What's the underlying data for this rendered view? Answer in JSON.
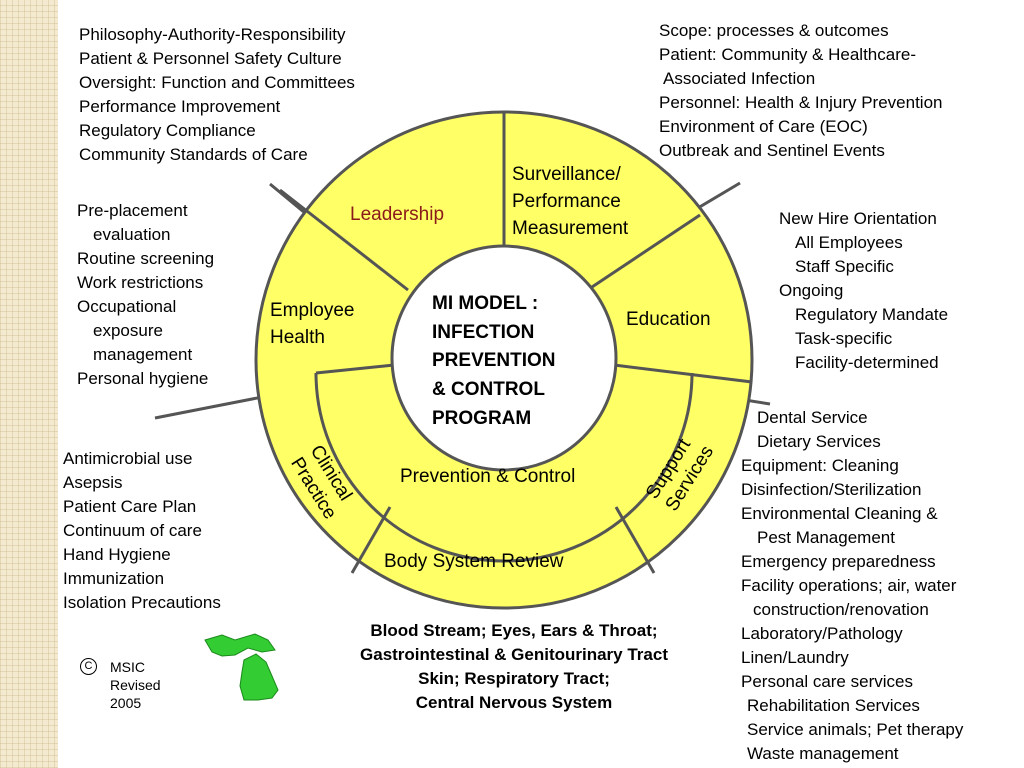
{
  "diagram": {
    "center_lines": [
      "MI MODEL :",
      "INFECTION",
      "PREVENTION",
      "& CONTROL",
      "PROGRAM"
    ],
    "segments": {
      "leadership": "Leadership",
      "surveillance": [
        "Surveillance/",
        "Performance",
        "Measurement"
      ],
      "education": "Education",
      "employee_health": [
        "Employee",
        "Health"
      ],
      "prevention_control": "Prevention & Control",
      "clinical_practice": [
        "Clinical",
        "Practice"
      ],
      "support_services": [
        "Support",
        "Services"
      ],
      "body_system_review": "Body System Review"
    }
  },
  "notes": {
    "leadership": [
      "Philosophy-Authority-Responsibility",
      "Patient & Personnel Safety Culture",
      "Oversight: Function and Committees",
      "Performance Improvement",
      "Regulatory Compliance",
      "Community Standards of Care"
    ],
    "surveillance": [
      "Scope: processes & outcomes",
      "Patient: Community & Healthcare-",
      " Associated Infection",
      "Personnel: Health & Injury Prevention",
      "Environment of Care (EOC)",
      "Outbreak and Sentinel Events"
    ],
    "employee_health": [
      "Pre-placement",
      "evaluation",
      "Routine screening",
      "Work restrictions",
      "Occupational",
      "exposure",
      "management",
      "Personal hygiene"
    ],
    "education": [
      "New Hire Orientation",
      "All Employees",
      "Staff Specific",
      "Ongoing",
      "Regulatory Mandate",
      "Task-specific",
      "Facility-determined"
    ],
    "clinical_practice": [
      "Antimicrobial use",
      "Asepsis",
      "Patient Care Plan",
      "Continuum of care",
      "Hand Hygiene",
      "Immunization",
      "Isolation Precautions"
    ],
    "support_services": [
      "Dental Service",
      "Dietary Services",
      "Equipment: Cleaning",
      "Disinfection/Sterilization",
      "Environmental Cleaning &",
      "Pest Management",
      "Emergency preparedness",
      "Facility operations; air, water",
      "construction/renovation",
      "Laboratory/Pathology",
      "Linen/Laundry",
      "Personal care services",
      "Rehabilitation Services",
      "Service animals; Pet therapy",
      "Waste management"
    ],
    "body_system": [
      "Blood Stream; Eyes, Ears & Throat;",
      "Gastrointestinal & Genitourinary Tract",
      "Skin; Respiratory Tract;",
      "Central Nervous System"
    ]
  },
  "footer": {
    "copyright_symbol": "C",
    "org": "MSIC",
    "revised": "Revised 2005"
  },
  "colors": {
    "wheel_fill": "#ffff66",
    "segment_text": "#000000",
    "leadership_text": "#8b1a1a",
    "line": "#555555",
    "michigan": "#33cc33"
  }
}
